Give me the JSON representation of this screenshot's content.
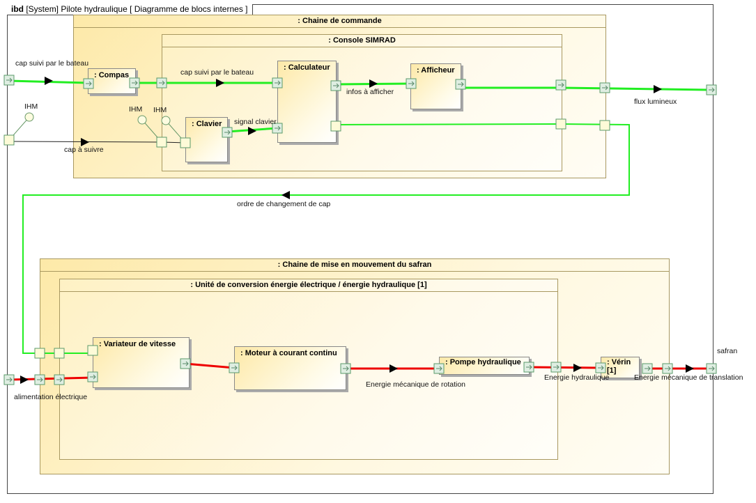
{
  "header": {
    "kind": "ibd",
    "title": "[System] Pilote hydraulique [ Diagramme de blocs internes ]"
  },
  "parts": {
    "chaine_commande": ": Chaine de commande",
    "console": ": Console SIMRAD",
    "compas": ": Compas",
    "calculateur": ": Calculateur",
    "afficheur": ": Afficheur",
    "clavier": ": Clavier",
    "chaine_mouvement": ": Chaine de mise en mouvement du safran",
    "unite": ": Unité de conversion énergie électrique / énergie hydraulique [1]",
    "variateur": ": Variateur de vitesse",
    "moteur": ": Moteur à courant continu",
    "pompe": ": Pompe hydraulique",
    "verin": ": Vérin [1]"
  },
  "labels": {
    "cap_suivi_1": "cap suivi par le bateau",
    "cap_suivi_2": "cap suivi par le bateau",
    "ihm_1": "IHM",
    "ihm_2": "IHM",
    "ihm_3": "IHM",
    "cap_a_suivre": "cap à suivre",
    "signal_clavier": "signal clavier",
    "infos": "infos à afficher",
    "flux": "flux lumineux",
    "ordre": "ordre de changement de cap",
    "alim": "alimentation électrique",
    "energie_rot": "Energie mécanique de rotation",
    "energie_hyd": "Energie hydraulique",
    "energie_trans": "Energie mécanique de translation",
    "safran": "safran"
  },
  "colors": {
    "info_flow": "#22ee22",
    "energy_flow": "#ee0000",
    "control_flow": "#222222",
    "port_border": "#5a9a6a"
  }
}
